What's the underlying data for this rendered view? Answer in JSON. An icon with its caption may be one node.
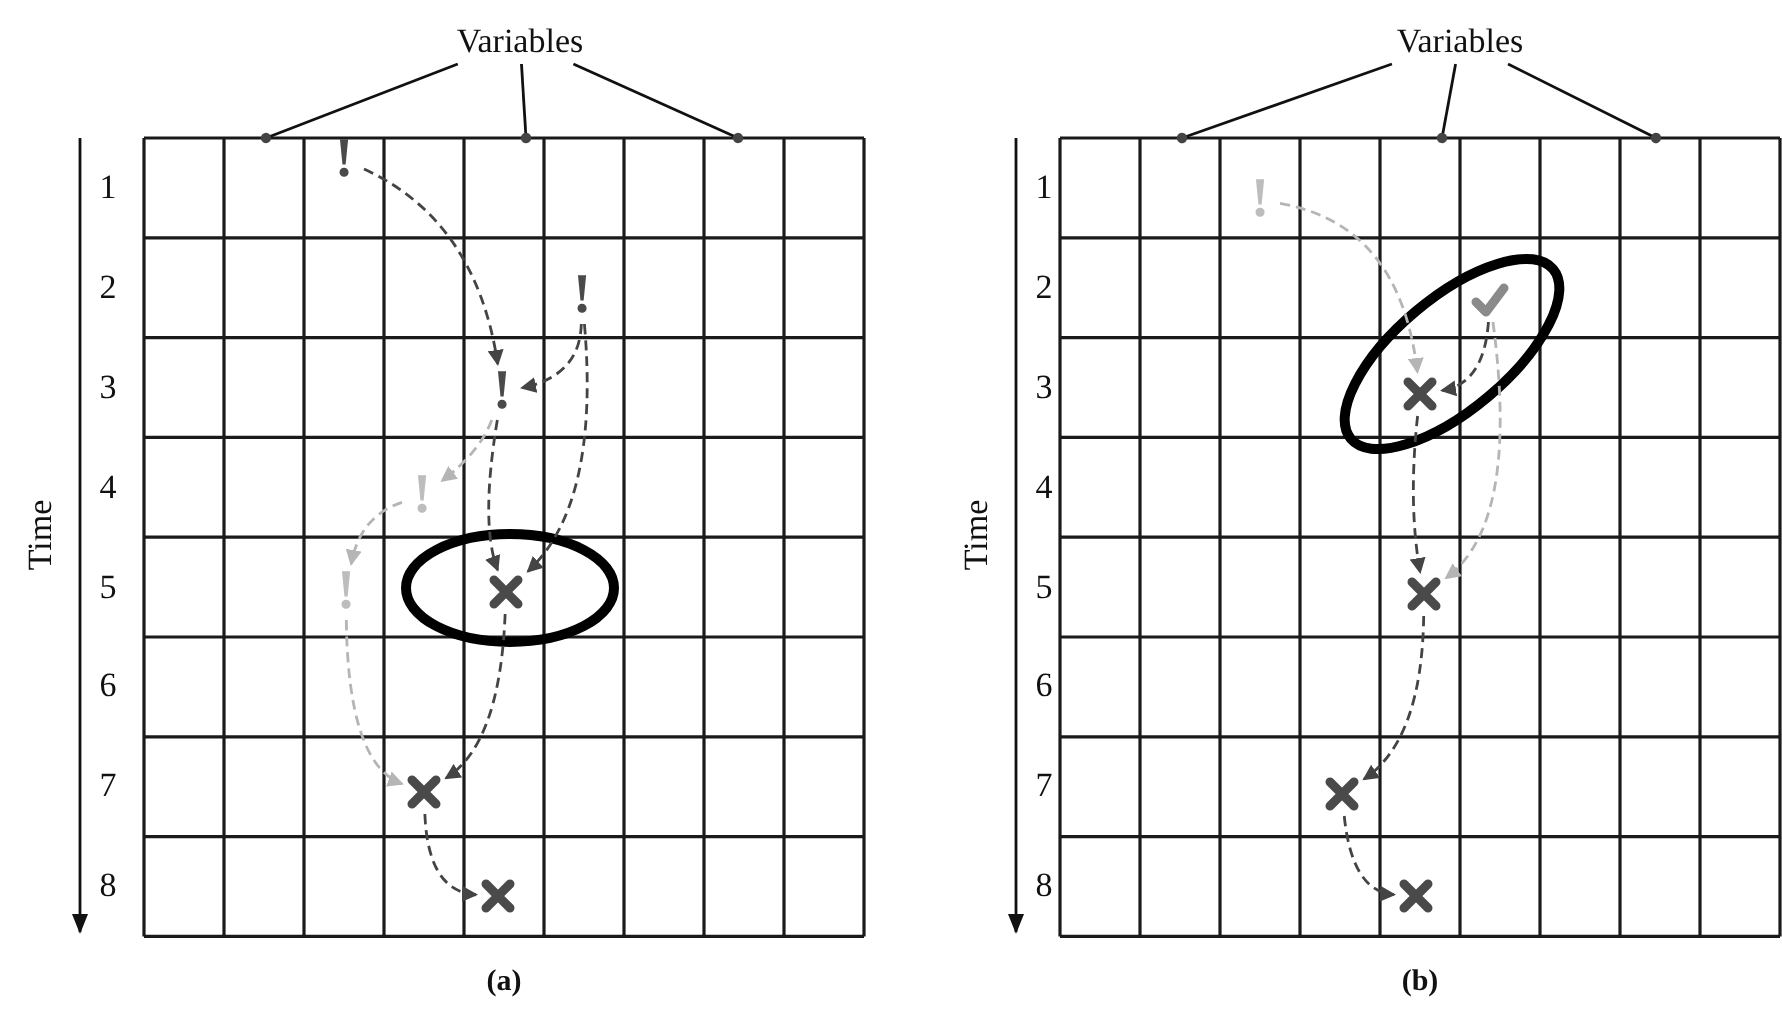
{
  "diagram": {
    "nodes": [
      {
        "text": [
          "Variables"
        ]
      },
      {
        "text": [
          "!"
        ]
      },
      {
        "text": [
          "!"
        ]
      },
      {
        "text": [
          "!"
        ]
      },
      {
        "text": [
          "!"
        ]
      },
      {
        "text": [
          "!"
        ]
      },
      {
        "text": [],
        "shape": "cross"
      },
      {
        "text": [],
        "shape": "cross"
      },
      {
        "text": [],
        "shape": "cross"
      },
      {
        "text": [
          "Variables"
        ]
      },
      {
        "text": [
          "!"
        ]
      },
      {
        "text": [],
        "shape": "check"
      },
      {
        "text": [],
        "shape": "cross"
      },
      {
        "text": [],
        "shape": "cross"
      },
      {
        "text": [],
        "shape": "cross"
      },
      {
        "text": [],
        "shape": "cross"
      }
    ],
    "edges": [
      {
        "from": 0,
        "to": null,
        "arrow": "other"
      },
      {
        "from": 0,
        "to": null,
        "arrow": "other"
      },
      {
        "from": 0,
        "to": null,
        "arrow": "other"
      },
      {
        "from": 1,
        "to": 3,
        "arrow": "to",
        "style": "dashed"
      },
      {
        "from": 2,
        "to": 3,
        "arrow": "to",
        "style": "dashed"
      },
      {
        "from": 3,
        "to": 4,
        "arrow": "to",
        "style": "dashed",
        "color": "#b5b5b5"
      },
      {
        "from": 4,
        "to": 5,
        "arrow": "to",
        "style": "dashed",
        "color": "#b5b5b5"
      },
      {
        "from": 3,
        "to": 6,
        "arrow": "to",
        "style": "dashed"
      },
      {
        "from": 2,
        "to": 6,
        "arrow": "to",
        "style": "dashed"
      },
      {
        "from": 5,
        "to": 7,
        "arrow": "to",
        "style": "dashed",
        "color": "#b5b5b5"
      },
      {
        "from": 6,
        "to": 7,
        "arrow": "to",
        "style": "dashed"
      },
      {
        "from": 7,
        "to": 8,
        "arrow": "to",
        "style": "dashed"
      },
      {
        "from": 9,
        "to": null,
        "arrow": "other"
      },
      {
        "from": 9,
        "to": null,
        "arrow": "other"
      },
      {
        "from": 9,
        "to": null,
        "arrow": "other"
      },
      {
        "from": 10,
        "to": 12,
        "arrow": "to",
        "style": "dashed",
        "color": "#b5b5b5"
      },
      {
        "from": 11,
        "to": 12,
        "arrow": "to",
        "style": "dashed"
      },
      {
        "from": 11,
        "to": 13,
        "arrow": "to",
        "style": "dashed",
        "color": "#b5b5b5"
      },
      {
        "from": 12,
        "to": 13,
        "arrow": "to",
        "style": "dashed"
      },
      {
        "from": 13,
        "to": 14,
        "arrow": "to",
        "style": "dashed"
      },
      {
        "from": 14,
        "to": 15,
        "arrow": "to",
        "style": "dashed"
      }
    ],
    "labels": [
      "Time",
      "1",
      "2",
      "3",
      "4",
      "5",
      "6",
      "7",
      "8",
      "(a)",
      "Time",
      "1",
      "2",
      "3",
      "4",
      "5",
      "6",
      "7",
      "8",
      "(b)"
    ]
  }
}
